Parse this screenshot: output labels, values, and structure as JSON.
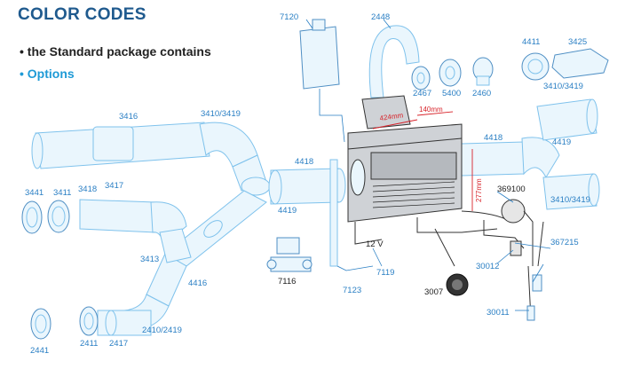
{
  "title": "COLOR CODES",
  "legend": {
    "standard": "• the Standard package contains",
    "options": "• Options"
  },
  "labels": {
    "p7120": "7120",
    "p2448": "2448",
    "p4411": "4411",
    "p3425": "3425",
    "p2467": "2467",
    "p5400": "5400",
    "p2460": "2460",
    "p3410_3419_top": "3410/3419",
    "p3416": "3416",
    "p3410_3419_left": "3410/3419",
    "p4418_right": "4418",
    "p4419_right": "4419",
    "p4418_mid": "4418",
    "p3410_3419_right": "3410/3419",
    "p3441": "3441",
    "p3411": "3411",
    "p3418": "3418",
    "p3417": "3417",
    "p4419_mid": "4419",
    "p369100": "369100",
    "p3413": "3413",
    "p12v": "12 V",
    "p367215": "367215",
    "p30012": "30012",
    "p7119": "7119",
    "p7116": "7116",
    "p4416": "4416",
    "p7123": "7123",
    "p3007": "3007",
    "p30011": "30011",
    "p2441": "2441",
    "p2411": "2411",
    "p2417": "2417",
    "p2410_2419": "2410/2419"
  },
  "dimensions": {
    "width": "424mm",
    "depth": "140mm",
    "height": "277mm"
  }
}
